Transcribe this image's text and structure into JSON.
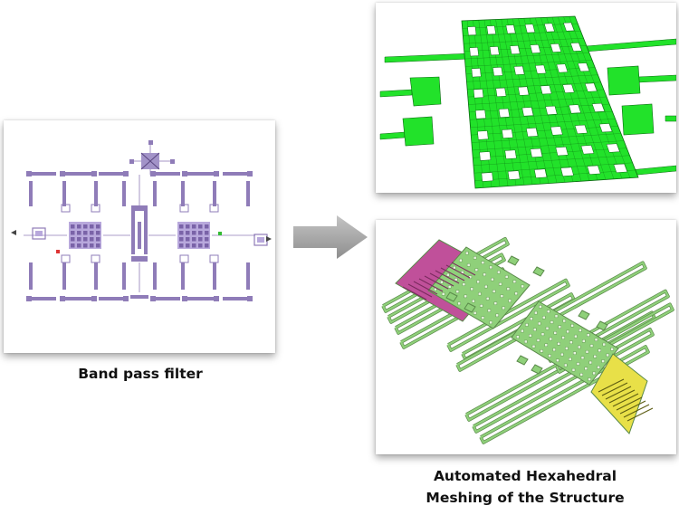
{
  "captions": {
    "left": "Band pass filter",
    "right_line1": "Automated Hexahedral",
    "right_line2": "Meshing of the Structure"
  },
  "colors": {
    "schematic_purple": "#8f7cb8",
    "mesh_green": "#22e22a",
    "mesh_dark": "#0a6a10",
    "model_green": "#8fd07a",
    "model_magenta": "#c0509a",
    "model_yellow": "#e8e048",
    "arrow_gray": "#a8a8a8"
  },
  "icons": {
    "arrow": "right-arrow-icon"
  }
}
